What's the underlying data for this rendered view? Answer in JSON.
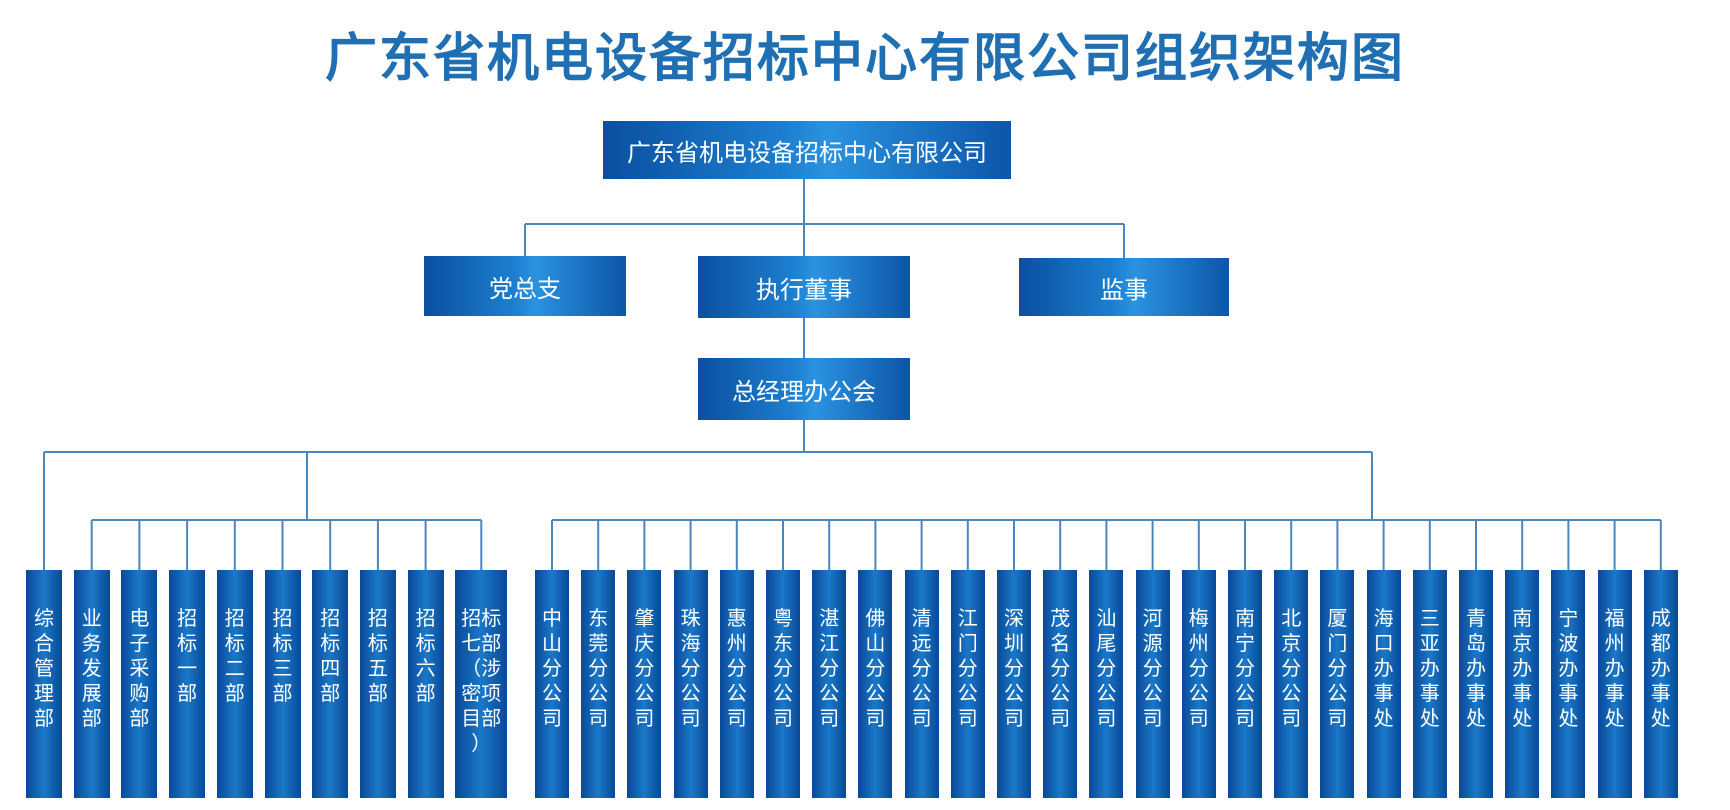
{
  "title": "广东省机电设备招标中心有限公司组织架构图",
  "colors": {
    "title": "#1f6fb2",
    "box": "#1060b0",
    "line": "#4b86bf"
  },
  "top": "广东省机电设备招标中心有限公司",
  "level2": [
    "党总支",
    "执行董事",
    "监事"
  ],
  "manager": "总经理办公会",
  "departments": [
    "综合管理部",
    "业务发展部",
    "电子采购部",
    "招标一部",
    "招标二部",
    "招标三部",
    "招标四部",
    "招标五部",
    "招标六部",
    "招标七部（涉密项目部）"
  ],
  "branches": [
    "中山分公司",
    "东莞分公司",
    "肇庆分公司",
    "珠海分公司",
    "惠州分公司",
    "粤东分公司",
    "湛江分公司",
    "佛山分公司",
    "清远分公司",
    "江门分公司",
    "深圳分公司",
    "茂名分公司",
    "汕尾分公司",
    "河源分公司",
    "梅州分公司",
    "南宁分公司",
    "北京分公司",
    "厦门分公司",
    "海口办事处",
    "三亚办事处",
    "青岛办事处",
    "南京办事处",
    "宁波办事处",
    "福州办事处",
    "成都办事处"
  ]
}
